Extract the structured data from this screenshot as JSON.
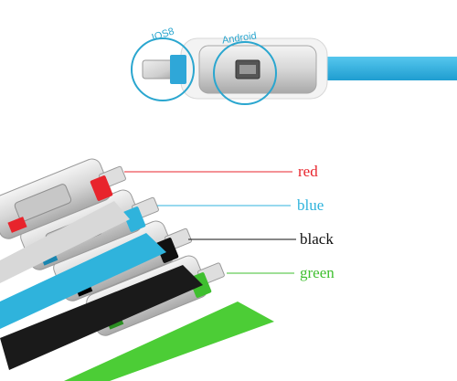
{
  "callouts": {
    "ios": "IOS8",
    "android": "Android"
  },
  "legend": [
    {
      "label": "red",
      "color": "#e8242c"
    },
    {
      "label": "blue",
      "color": "#2fb3dc"
    },
    {
      "label": "black",
      "color": "#111111"
    },
    {
      "label": "green",
      "color": "#3fbf2f"
    }
  ],
  "accent": "#2aa6cf"
}
